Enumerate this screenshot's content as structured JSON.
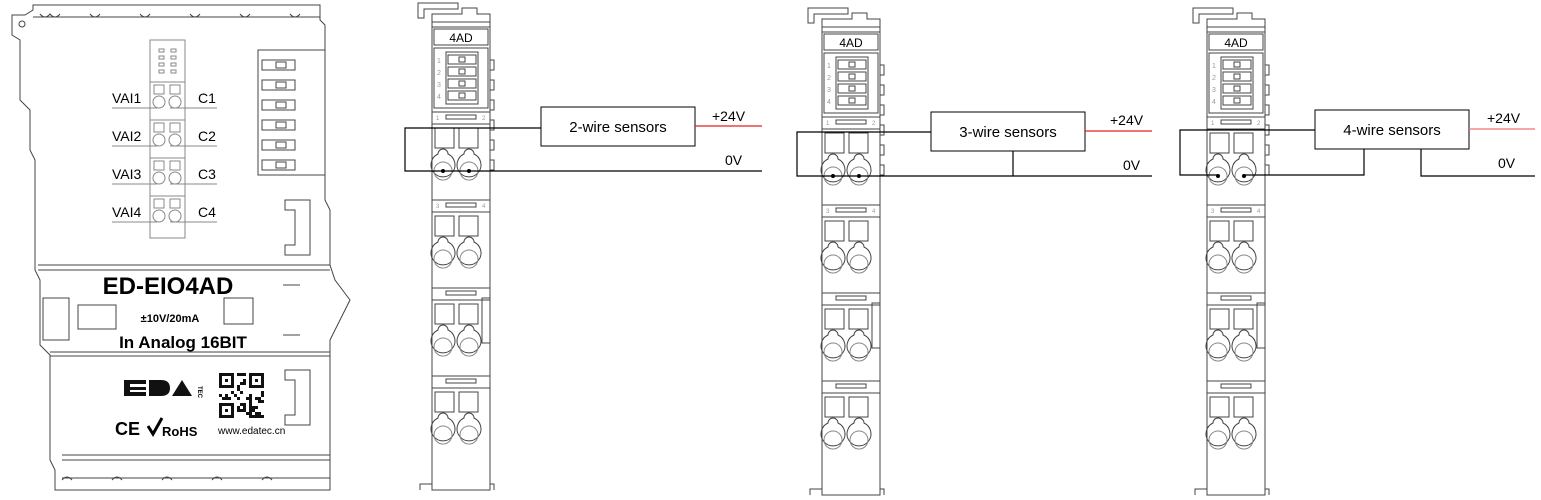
{
  "main_module": {
    "channels": [
      {
        "input": "VAI1",
        "common": "C1"
      },
      {
        "input": "VAI2",
        "common": "C2"
      },
      {
        "input": "VAI3",
        "common": "C3"
      },
      {
        "input": "VAI4",
        "common": "C4"
      }
    ],
    "model": "ED-EIO4AD",
    "range": "±10V/20mA",
    "description": "In Analog 16BIT",
    "logo": "EDA TEC",
    "marks": {
      "ce": "CE",
      "rohs": "RoHS"
    },
    "website": "www.edatec.cn"
  },
  "module_label": "4AD",
  "dip_numbers": [
    "1",
    "2",
    "3",
    "4"
  ],
  "terminal_numbers": [
    "1",
    "2",
    "3",
    "4"
  ],
  "wiring": [
    {
      "sensor": "2-wire sensors",
      "supply": "+24V",
      "ground": "0V"
    },
    {
      "sensor": "3-wire sensors",
      "supply": "+24V",
      "ground": "0V"
    },
    {
      "sensor": "4-wire sensors",
      "supply": "+24V",
      "ground": "0V"
    }
  ],
  "colors": {
    "supply_wire": "#e02020",
    "wire": "#000000",
    "outline": "#444444"
  }
}
